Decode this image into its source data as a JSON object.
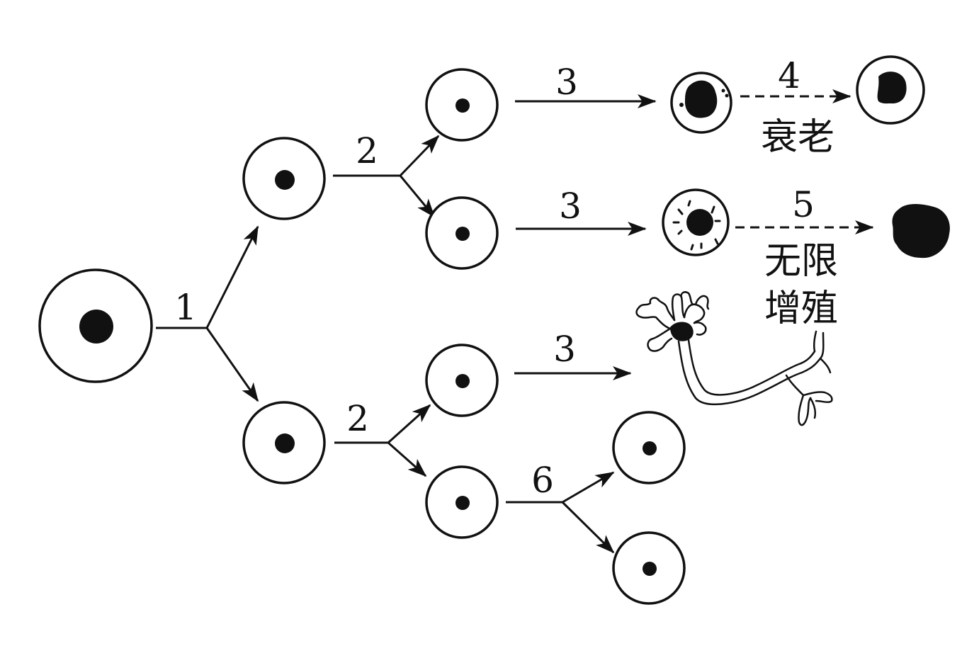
{
  "diagram": {
    "step_labels": {
      "division": "1",
      "division_second": "2",
      "differentiation": "3",
      "aging_step": "4",
      "cancer_step": "5",
      "further_division": "6"
    },
    "texts": {
      "aging": "衰老",
      "unlimited_line1": "无限",
      "unlimited_line2": "增殖"
    },
    "colors": {
      "stroke": "#111111",
      "background": "#ffffff"
    }
  }
}
